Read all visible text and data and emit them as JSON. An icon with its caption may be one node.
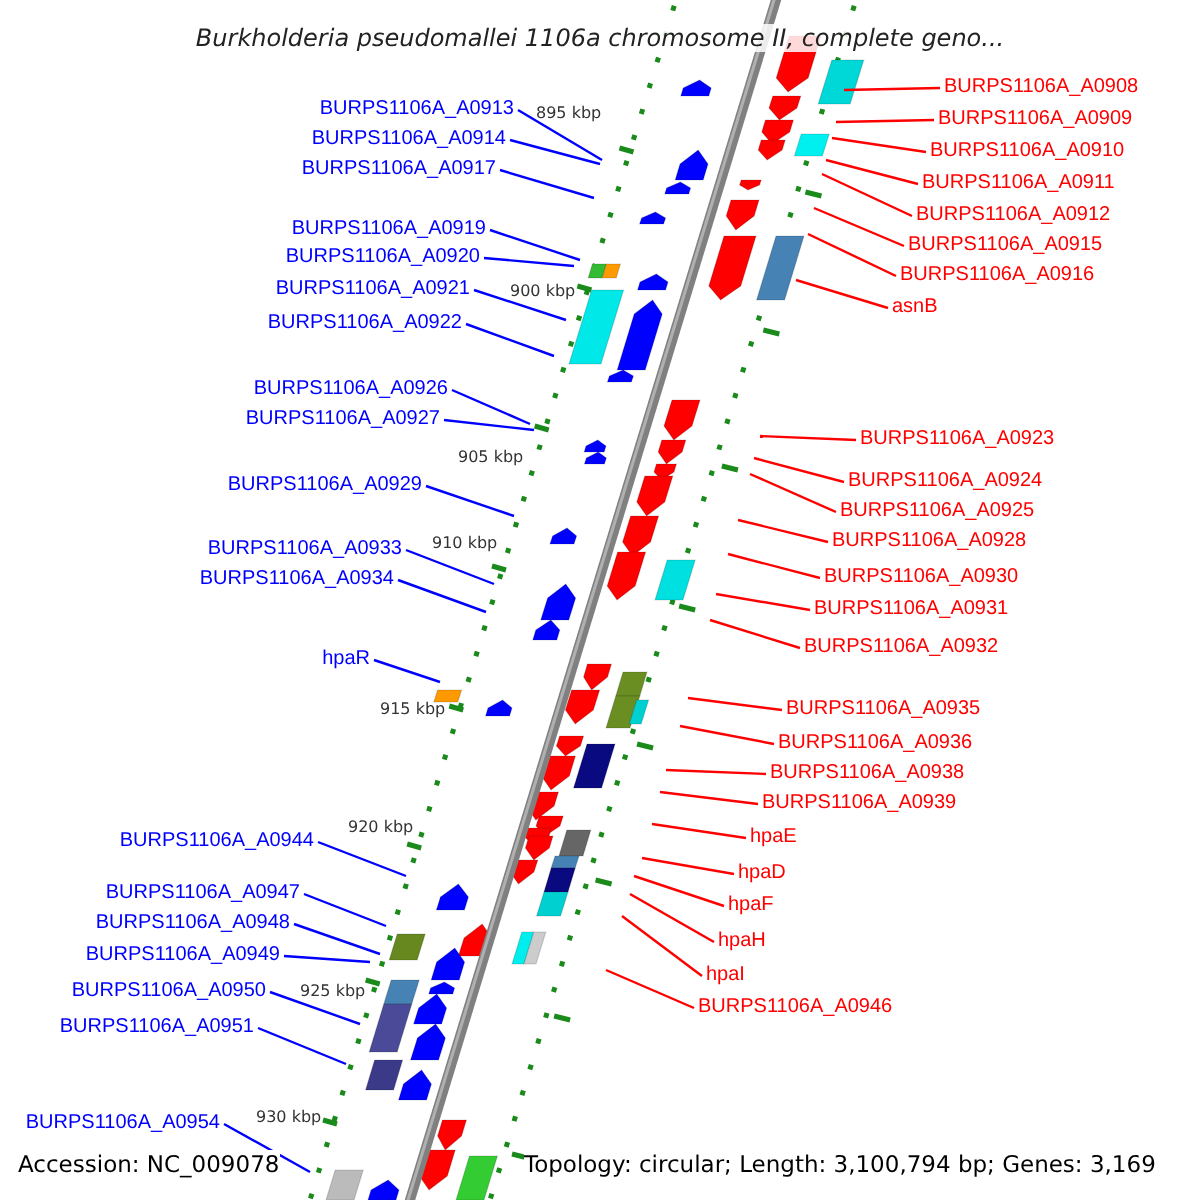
{
  "diagram": {
    "title": "Burkholderia pseudomallei 1106a chromosome II, complete geno...",
    "nodes": [
      {
        "text": [
          "BURPS1106A_A0913"
        ]
      },
      {
        "text": [
          "BURPS1106A_A0914"
        ]
      },
      {
        "text": [
          "BURPS1106A_A0917"
        ]
      },
      {
        "text": [
          "BURPS1106A_A0919"
        ]
      },
      {
        "text": [
          "BURPS1106A_A0920"
        ]
      },
      {
        "text": [
          "BURPS1106A_A0921"
        ]
      },
      {
        "text": [
          "BURPS1106A_A0922"
        ]
      },
      {
        "text": [
          "BURPS1106A_A0926"
        ]
      },
      {
        "text": [
          "BURPS1106A_A0927"
        ]
      },
      {
        "text": [
          "BURPS1106A_A0929"
        ]
      },
      {
        "text": [
          "BURPS1106A_A0933"
        ]
      },
      {
        "text": [
          "BURPS1106A_A0934"
        ]
      },
      {
        "text": [
          "hpaR"
        ]
      },
      {
        "text": [
          "BURPS1106A_A0944"
        ]
      },
      {
        "text": [
          "BURPS1106A_A0947"
        ]
      },
      {
        "text": [
          "BURPS1106A_A0948"
        ]
      },
      {
        "text": [
          "BURPS1106A_A0949"
        ]
      },
      {
        "text": [
          "BURPS1106A_A0950"
        ]
      },
      {
        "text": [
          "BURPS1106A_A0951"
        ]
      },
      {
        "text": [
          "BURPS1106A_A0954"
        ]
      },
      {
        "text": [
          "BURPS1106A_A0908"
        ]
      },
      {
        "text": [
          "BURPS1106A_A0909"
        ]
      },
      {
        "text": [
          "BURPS1106A_A0910"
        ]
      },
      {
        "text": [
          "BURPS1106A_A0911"
        ]
      },
      {
        "text": [
          "BURPS1106A_A0912"
        ]
      },
      {
        "text": [
          "BURPS1106A_A0915"
        ]
      },
      {
        "text": [
          "BURPS1106A_A0916"
        ]
      },
      {
        "text": [
          "asnB"
        ]
      },
      {
        "text": [
          "BURPS1106A_A0923"
        ]
      },
      {
        "text": [
          "BURPS1106A_A0924"
        ]
      },
      {
        "text": [
          "BURPS1106A_A0925"
        ]
      },
      {
        "text": [
          "BURPS1106A_A0928"
        ]
      },
      {
        "text": [
          "BURPS1106A_A0930"
        ]
      },
      {
        "text": [
          "BURPS1106A_A0931"
        ]
      },
      {
        "text": [
          "BURPS1106A_A0932"
        ]
      },
      {
        "text": [
          "BURPS1106A_A0935"
        ]
      },
      {
        "text": [
          "BURPS1106A_A0936"
        ]
      },
      {
        "text": [
          "BURPS1106A_A0938"
        ]
      },
      {
        "text": [
          "BURPS1106A_A0939"
        ]
      },
      {
        "text": [
          "hpaE"
        ]
      },
      {
        "text": [
          "hpaD"
        ]
      },
      {
        "text": [
          "hpaF"
        ]
      },
      {
        "text": [
          "hpaH"
        ]
      },
      {
        "text": [
          "hpaI"
        ]
      },
      {
        "text": [
          "BURPS1106A_A0946"
        ]
      }
    ],
    "edges": [
      {
        "from": 0,
        "to": null,
        "arrow": "none",
        "color": "#0000ff"
      },
      {
        "from": 1,
        "to": null,
        "arrow": "none",
        "color": "#0000ff"
      },
      {
        "from": 2,
        "to": null,
        "arrow": "none",
        "color": "#0000ff"
      },
      {
        "from": 3,
        "to": null,
        "arrow": "none",
        "color": "#0000ff"
      },
      {
        "from": 4,
        "to": null,
        "arrow": "none",
        "color": "#0000ff"
      },
      {
        "from": 5,
        "to": null,
        "arrow": "none",
        "color": "#0000ff"
      },
      {
        "from": 6,
        "to": null,
        "arrow": "none",
        "color": "#0000ff"
      },
      {
        "from": 7,
        "to": null,
        "arrow": "none",
        "color": "#0000ff"
      },
      {
        "from": 8,
        "to": null,
        "arrow": "none",
        "color": "#0000ff"
      },
      {
        "from": 9,
        "to": null,
        "arrow": "none",
        "color": "#0000ff"
      },
      {
        "from": 10,
        "to": null,
        "arrow": "none",
        "color": "#0000ff"
      },
      {
        "from": 11,
        "to": null,
        "arrow": "none",
        "color": "#0000ff"
      },
      {
        "from": 12,
        "to": null,
        "arrow": "none",
        "color": "#0000ff"
      },
      {
        "from": 13,
        "to": null,
        "arrow": "none",
        "color": "#0000ff"
      },
      {
        "from": 14,
        "to": null,
        "arrow": "none",
        "color": "#0000ff"
      },
      {
        "from": 15,
        "to": null,
        "arrow": "none",
        "color": "#0000ff"
      },
      {
        "from": 16,
        "to": null,
        "arrow": "none",
        "color": "#0000ff"
      },
      {
        "from": 17,
        "to": null,
        "arrow": "none",
        "color": "#0000ff"
      },
      {
        "from": 18,
        "to": null,
        "arrow": "none",
        "color": "#0000ff"
      },
      {
        "from": 19,
        "to": null,
        "arrow": "none",
        "color": "#0000ff"
      },
      {
        "from": 20,
        "to": null,
        "arrow": "none"
      },
      {
        "from": 21,
        "to": null,
        "arrow": "none"
      },
      {
        "from": 22,
        "to": null,
        "arrow": "none"
      },
      {
        "from": 23,
        "to": null,
        "arrow": "none"
      },
      {
        "from": 24,
        "to": null,
        "arrow": "none"
      },
      {
        "from": 25,
        "to": null,
        "arrow": "none"
      },
      {
        "from": 26,
        "to": null,
        "arrow": "none"
      },
      {
        "from": 27,
        "to": null,
        "arrow": "none"
      },
      {
        "from": 28,
        "to": null,
        "arrow": "none"
      },
      {
        "from": 29,
        "to": null,
        "arrow": "none"
      },
      {
        "from": 30,
        "to": null,
        "arrow": "none"
      },
      {
        "from": 31,
        "to": null,
        "arrow": "none"
      },
      {
        "from": 32,
        "to": null,
        "arrow": "none"
      },
      {
        "from": 33,
        "to": null,
        "arrow": "none"
      },
      {
        "from": 34,
        "to": null,
        "arrow": "none"
      },
      {
        "from": 35,
        "to": null,
        "arrow": "none"
      },
      {
        "from": 36,
        "to": null,
        "arrow": "none"
      },
      {
        "from": 37,
        "to": null,
        "arrow": "none"
      },
      {
        "from": 38,
        "to": null,
        "arrow": "none"
      },
      {
        "from": 39,
        "to": null,
        "arrow": "none"
      },
      {
        "from": 40,
        "to": null,
        "arrow": "none"
      },
      {
        "from": 41,
        "to": null,
        "arrow": "none"
      },
      {
        "from": 42,
        "to": null,
        "arrow": "none"
      },
      {
        "from": 43,
        "to": null,
        "arrow": "none"
      },
      {
        "from": 44,
        "to": null,
        "arrow": "none"
      }
    ],
    "labels": [
      "895 kbp",
      "900 kbp",
      "905 kbp",
      "910 kbp",
      "915 kbp",
      "920 kbp",
      "925 kbp",
      "930 kbp",
      "Accession: NC_009078",
      "Topology: circular; Length: 3,100,794 bp; Genes: 3,169"
    ]
  }
}
